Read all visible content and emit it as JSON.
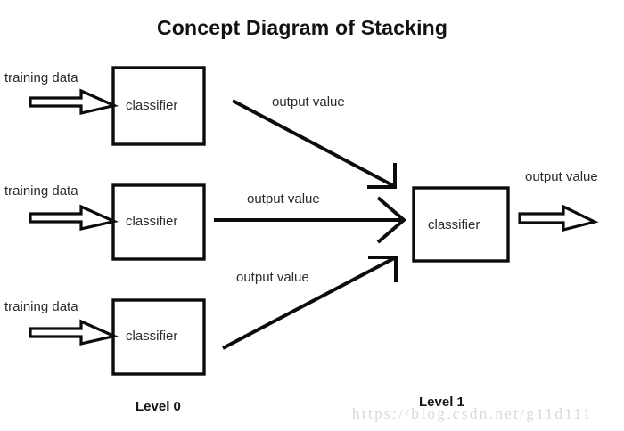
{
  "title": "Concept Diagram of Stacking",
  "background_color": "#ffffff",
  "stroke_color": "#000000",
  "text_color": "#2b2b2b",
  "watermark": {
    "text": "https://blog.csdn.net/g11d111",
    "color": "#d8d8d8"
  },
  "levels": [
    {
      "id": "level-0",
      "label": "Level 0"
    },
    {
      "id": "level-1",
      "label": "Level 1"
    }
  ],
  "level0": {
    "rows": [
      {
        "input_label": "training data",
        "box_label": "classifier",
        "edge_label": "output value",
        "edge_kind": "diagonal-down"
      },
      {
        "input_label": "training data",
        "box_label": "classifier",
        "edge_label": "output value",
        "edge_kind": "horizontal"
      },
      {
        "input_label": "training data",
        "box_label": "classifier",
        "edge_label": "output value",
        "edge_kind": "diagonal-up"
      }
    ]
  },
  "level1": {
    "box_label": "classifier",
    "output_label": "output value"
  },
  "icons": {
    "block_arrow": "hollow-block-arrow-right",
    "line_arrow": "open-line-arrowhead"
  }
}
